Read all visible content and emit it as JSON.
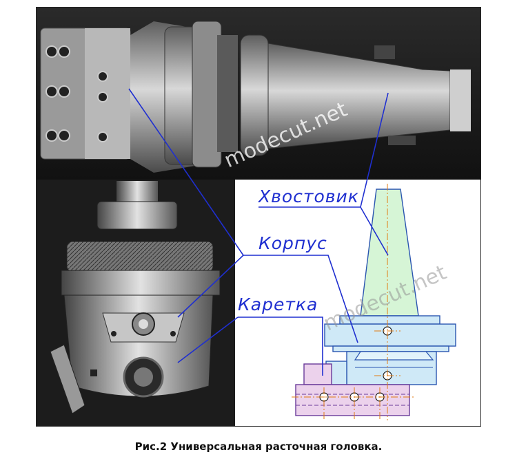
{
  "labels": {
    "tail": "Хвостовик",
    "body": "Корпус",
    "carriage": "Каретка"
  },
  "watermark": "modecut.net",
  "caption": "Рис.2 Универсальная расточная головка.",
  "colors": {
    "label_blue": "#1f2fd0",
    "tail_fill": "#d6f5d6",
    "body_fill": "#cfe9f7",
    "carriage_fill": "#ecd2ec",
    "center_line": "#e07a10"
  }
}
